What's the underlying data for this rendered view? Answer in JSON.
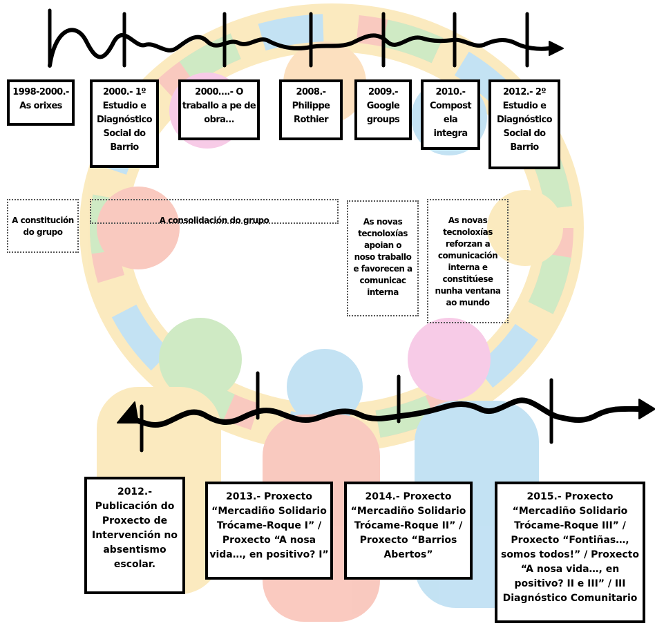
{
  "colors": {
    "line": "#000000",
    "box_border": "#000000",
    "background_figures": [
      "#f4c03c",
      "#ee5b3b",
      "#49a6dc",
      "#6cbf4c",
      "#e861b8",
      "#f7a23b"
    ]
  },
  "top_timeline": {
    "events": [
      {
        "label": "1998-2000.-\nAs orixes"
      },
      {
        "label": "2000.- 1º\nEstudio e\nDiagnóstico\nSocial do\nBarrio"
      },
      {
        "label": "2000….- O\ntraballo a pe de\nobra…"
      },
      {
        "label": "2008.-\nPhilippe\nRothier"
      },
      {
        "label": "2009.-\nGoogle\ngroups"
      },
      {
        "label": "2010.-\nCompost\nela\nintegra"
      },
      {
        "label": "2012.- 2º\nEstudio e\nDiagnóstico\nSocial do\nBarrio"
      }
    ],
    "phases": [
      {
        "label": "A constitución\ndo grupo"
      },
      {
        "label": "A consolidación do grupo"
      },
      {
        "label": "As novas\ntecnoloxías\napoian o\nnoso traballo\ne favorecen a\ncomunicac\ninterna"
      },
      {
        "label": "As novas\ntecnoloxías\nreforzan a\ncomunicación\ninterna e\nconstitúese\nnunha ventana\nao mundo"
      }
    ]
  },
  "bottom_timeline": {
    "events": [
      {
        "label": "2012.-\nPublicación do\nProxecto de\nIntervención no\nabsentismo\nescolar."
      },
      {
        "label": "2013.- Proxecto\n“Mercadiño Solidario\nTrócame-Roque I” /\nProxecto “A nosa\nvida…, en positivo? I”"
      },
      {
        "label": "2014.- Proxecto\n“Mercadiño Solidario\nTrócame-Roque II” /\nProxecto “Barrios\nAbertos”"
      },
      {
        "label": "2015.- Proxecto\n“Mercadiño Solidario\nTrócame-Roque III” /\nProxecto “Fontiñas…,\nsomos todos!” / Proxecto\n“A nosa vida…, en\npositivo? II e III” / III\nDiagnóstico Comunitario"
      }
    ]
  }
}
